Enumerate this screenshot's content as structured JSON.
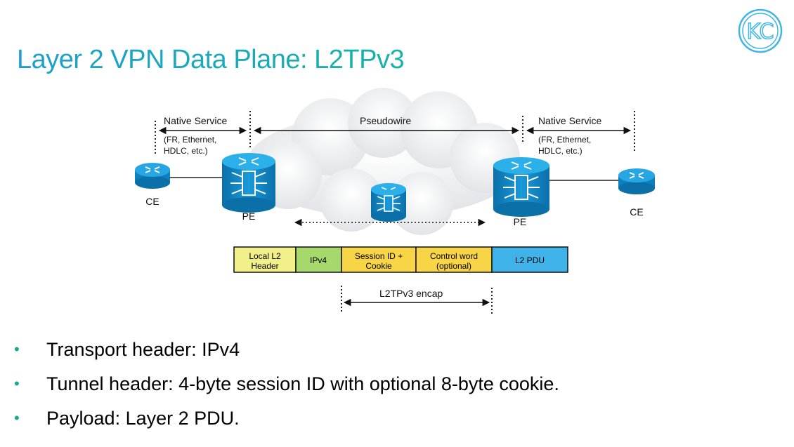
{
  "slide": {
    "title": "Layer 2 VPN Data Plane: L2TPv3",
    "colors": {
      "title_start": "#1c9fd0",
      "title_end": "#18b3a6",
      "bullet": "#19a98c",
      "logo": "#3fb6e6"
    }
  },
  "logo": {
    "icon": "kc-monogram-logo",
    "text": "KC"
  },
  "diagram": {
    "native_service_left": {
      "title": "Native Service",
      "line1": "(FR, Ethernet,",
      "line2": "HDLC, etc.)"
    },
    "native_service_right": {
      "title": "Native Service",
      "line1": "(FR, Ethernet,",
      "line2": "HDLC, etc.)"
    },
    "pseudowire_label": "Pseudowire",
    "ce_left_label": "CE",
    "ce_right_label": "CE",
    "pe_left_label": "PE",
    "pe_right_label": "PE",
    "encap_label": "L2TPv3 encap",
    "packet_fields": [
      {
        "line1": "Local L2",
        "line2": "Header",
        "color": "#f2f08a"
      },
      {
        "line1": "IPv4",
        "line2": "",
        "color": "#a6d86b"
      },
      {
        "line1": "Session ID +",
        "line2": "Cookie",
        "color": "#f8d447"
      },
      {
        "line1": "Control word",
        "line2": "(optional)",
        "color": "#f8d447"
      },
      {
        "line1": "L2 PDU",
        "line2": "",
        "color": "#3fb2ea"
      }
    ]
  },
  "bullets": [
    {
      "text": "Transport header: IPv4"
    },
    {
      "text": "Tunnel header: 4-byte session ID with optional 8-byte cookie."
    },
    {
      "text": "Payload: Layer 2 PDU."
    }
  ]
}
